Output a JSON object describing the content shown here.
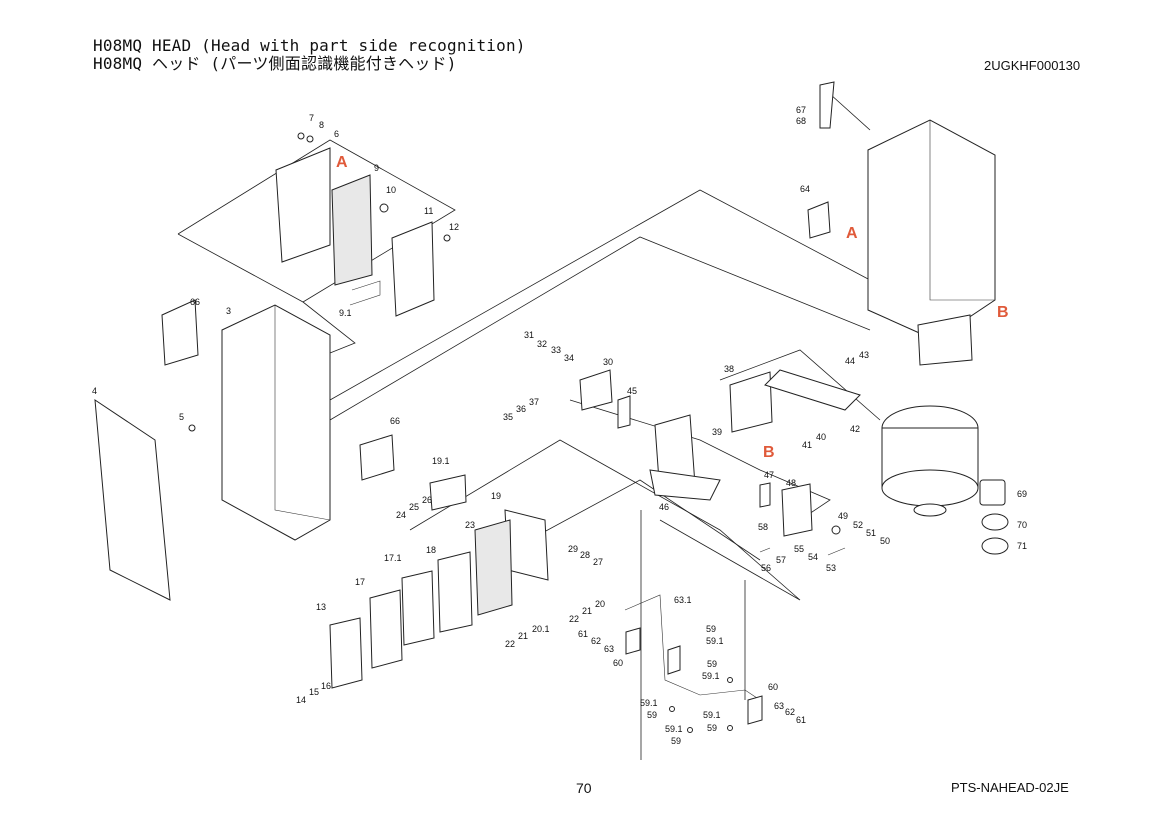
{
  "header": {
    "title_en": "H08MQ HEAD (Head with part side recognition)",
    "title_jp": "H08MQ ヘッド (パーツ側面認識機能付きヘッド)",
    "doc_id": "2UGKHF000130"
  },
  "footer": {
    "page_number": "70",
    "doc_ref": "PTS-NAHEAD-02JE"
  },
  "ref_letters": [
    "A",
    "A",
    "B",
    "B"
  ],
  "callouts": {
    "c1": "67",
    "c2": "68",
    "c3": "64",
    "c4": "7",
    "c5": "8",
    "c6": "6",
    "c7": "9",
    "c8": "10",
    "c9": "11",
    "c10": "12",
    "c11": "9.1",
    "c12": "66",
    "c13": "3",
    "c14": "4",
    "c15": "5",
    "c16": "66",
    "c17": "31",
    "c18": "32",
    "c19": "33",
    "c20": "34",
    "c21": "30",
    "c22": "45",
    "c23": "35",
    "c24": "36",
    "c25": "37",
    "c26": "38",
    "c27": "39",
    "c28": "44",
    "c29": "43",
    "c30": "42",
    "c31": "40",
    "c32": "41",
    "c33": "19.1",
    "c34": "25",
    "c35": "26",
    "c36": "24",
    "c37": "19",
    "c38": "23",
    "c39": "46",
    "c40": "47",
    "c41": "48",
    "c42": "49",
    "c43": "52",
    "c44": "51",
    "c45": "50",
    "c46": "58",
    "c47": "55",
    "c48": "54",
    "c49": "53",
    "c50": "56",
    "c51": "57",
    "c52": "29",
    "c53": "28",
    "c54": "27",
    "c55": "17.1",
    "c56": "18",
    "c57": "20",
    "c58": "21",
    "c59": "22",
    "c60": "20.1",
    "c61": "21",
    "c62": "22",
    "c63": "17",
    "c64": "13",
    "c65": "16",
    "c66": "15",
    "c67": "14",
    "c68": "63.1",
    "c69": "59",
    "c70": "59.1",
    "c71": "61",
    "c72": "62",
    "c73": "63",
    "c74": "60",
    "c75": "59",
    "c76": "59.1",
    "c77": "60",
    "c78": "63",
    "c79": "62",
    "c80": "61",
    "c81": "59.1",
    "c82": "59",
    "c83": "59.1",
    "c84": "59",
    "c85": "59.1",
    "c86": "59",
    "c87": "69",
    "c88": "70",
    "c89": "71"
  }
}
